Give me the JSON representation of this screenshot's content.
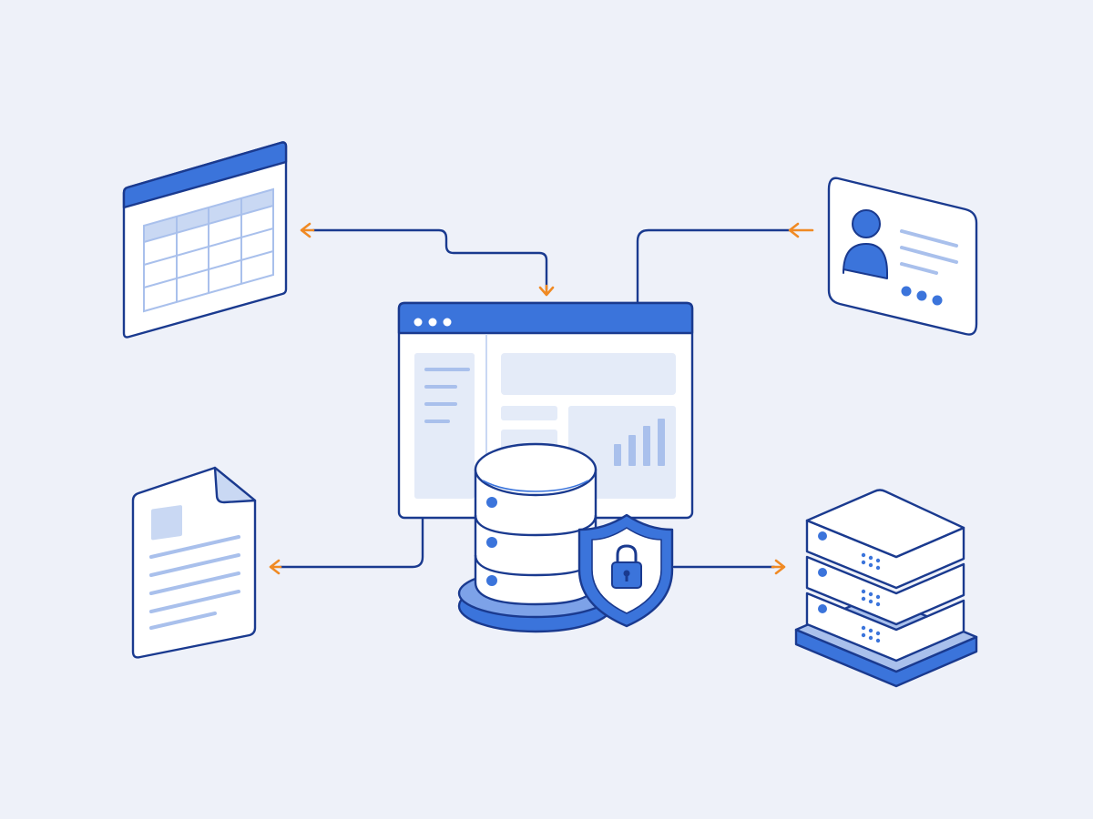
{
  "colors": {
    "background": "#eef1f9",
    "outline": "#1a3a8f",
    "primary": "#3b74db",
    "light_fill": "#e4ebf8",
    "mid_fill": "#c9d8f3",
    "panel_white": "#ffffff",
    "arrow_accent": "#f08a24"
  },
  "nodes": [
    {
      "id": "spreadsheet",
      "icon": "spreadsheet-icon"
    },
    {
      "id": "contact-card",
      "icon": "contact-card-icon"
    },
    {
      "id": "dashboard-window",
      "icon": "dashboard-window-icon"
    },
    {
      "id": "database",
      "icon": "database-cylinder-icon"
    },
    {
      "id": "security",
      "icon": "shield-lock-icon"
    },
    {
      "id": "document",
      "icon": "document-icon"
    },
    {
      "id": "server",
      "icon": "server-stack-icon"
    }
  ],
  "edges": [
    {
      "from": "dashboard-window",
      "to": "spreadsheet",
      "arrow": "both"
    },
    {
      "from": "contact-card",
      "to": "dashboard-window",
      "arrow": "single"
    },
    {
      "from": "dashboard-window",
      "to": "document",
      "arrow": "single"
    },
    {
      "from": "security",
      "to": "server",
      "arrow": "single"
    }
  ]
}
